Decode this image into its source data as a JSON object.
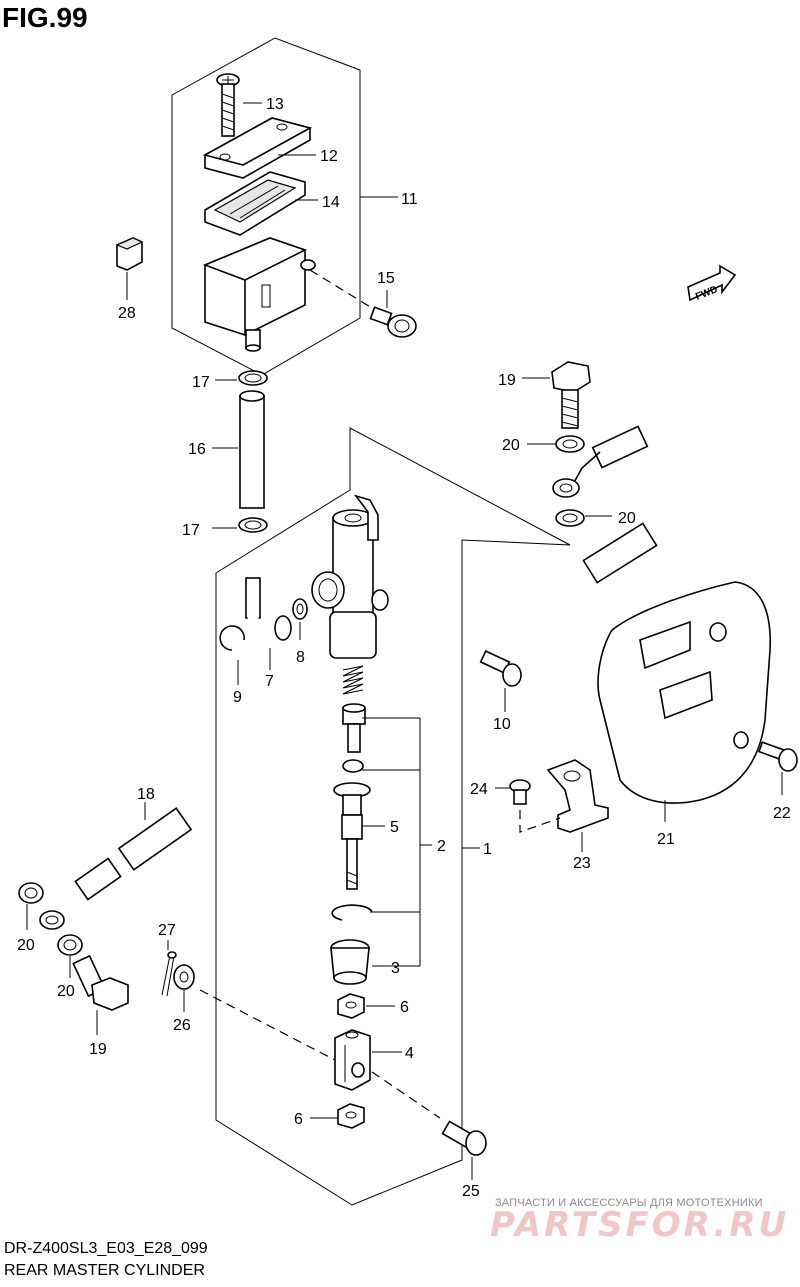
{
  "figure_title": "FIG.99",
  "model_code": "DR-Z400SL3_E03_E28_099",
  "caption": "REAR MASTER CYLINDER",
  "fwd_marker": "FWD",
  "watermark": {
    "tagline": "ЗАПЧАСТИ И АКСЕССУАРЫ ДЛЯ МОТОТЕХНИКИ",
    "logo": "PARTSFOR.RU"
  },
  "part_labels": [
    {
      "id": "13",
      "text": "13"
    },
    {
      "id": "12",
      "text": "12"
    },
    {
      "id": "14",
      "text": "14"
    },
    {
      "id": "11",
      "text": "11"
    },
    {
      "id": "28",
      "text": "28"
    },
    {
      "id": "15",
      "text": "15"
    },
    {
      "id": "17a",
      "text": "17"
    },
    {
      "id": "16",
      "text": "16"
    },
    {
      "id": "17b",
      "text": "17"
    },
    {
      "id": "19a",
      "text": "19"
    },
    {
      "id": "20a",
      "text": "20"
    },
    {
      "id": "20b",
      "text": "20"
    },
    {
      "id": "9",
      "text": "9"
    },
    {
      "id": "7",
      "text": "7"
    },
    {
      "id": "8",
      "text": "8"
    },
    {
      "id": "10",
      "text": "10"
    },
    {
      "id": "18",
      "text": "18"
    },
    {
      "id": "5",
      "text": "5"
    },
    {
      "id": "2",
      "text": "2"
    },
    {
      "id": "1",
      "text": "1"
    },
    {
      "id": "24",
      "text": "24"
    },
    {
      "id": "22",
      "text": "22"
    },
    {
      "id": "21",
      "text": "21"
    },
    {
      "id": "23",
      "text": "23"
    },
    {
      "id": "20c",
      "text": "20"
    },
    {
      "id": "20d",
      "text": "20"
    },
    {
      "id": "19b",
      "text": "19"
    },
    {
      "id": "27",
      "text": "27"
    },
    {
      "id": "26",
      "text": "26"
    },
    {
      "id": "3",
      "text": "3"
    },
    {
      "id": "6a",
      "text": "6"
    },
    {
      "id": "4",
      "text": "4"
    },
    {
      "id": "6b",
      "text": "6"
    },
    {
      "id": "25",
      "text": "25"
    }
  ]
}
